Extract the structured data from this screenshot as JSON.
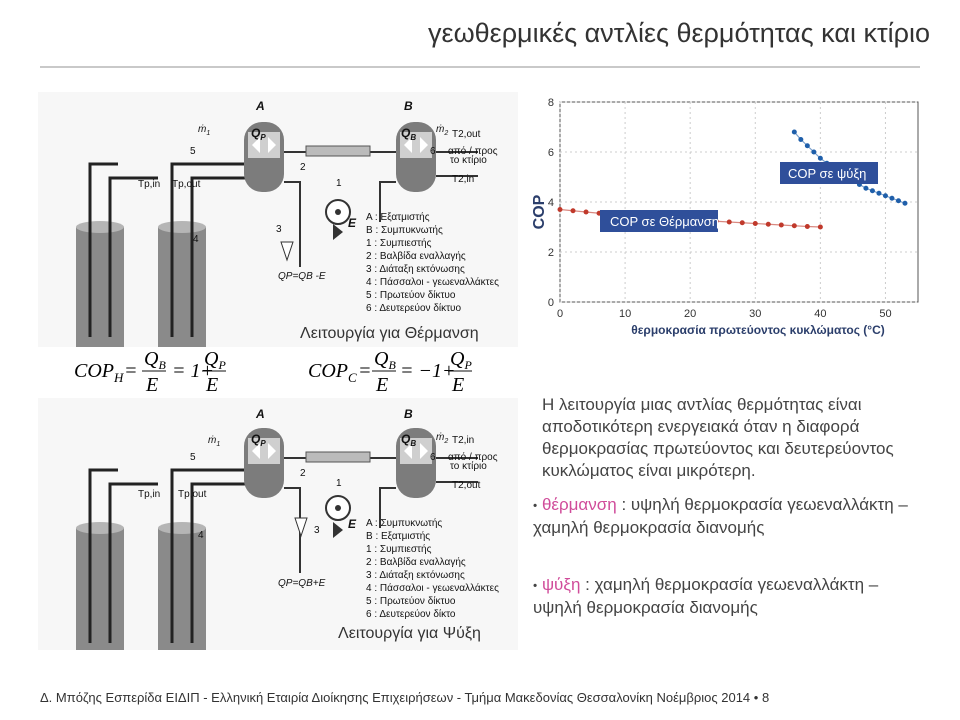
{
  "page": {
    "title": "γεωθερμικές αντλίες θερμότητας και κτίριο"
  },
  "heating_diagram": {
    "caption": "Λειτουργία για Θέρμανση",
    "component_A": "A",
    "component_B": "B",
    "QP": "Q",
    "QP_sub": "P",
    "QB": "Q",
    "QB_sub": "B",
    "m1": "ṁ",
    "m1_sub": "1",
    "m2": "ṁ",
    "m2_sub": "2",
    "E": "E",
    "T2out": "T2,out",
    "T2in": "T2,in",
    "Tpin": "Tp,in",
    "Tpout": "Tp,out",
    "direction": [
      "από / προς",
      "το κτίριο"
    ],
    "energy_balance": "QP=QB -E",
    "numbers": [
      "5",
      "6",
      "2",
      "1",
      "3",
      "4"
    ],
    "legend": [
      "A : Εξατμιστής",
      "B : Συμπυκνωτής",
      "1 : Συμπιεστής",
      "2 : Βαλβίδα εναλλαγής",
      "3 : Διάταξη εκτόνωσης",
      "4 : Πάσσαλοι - γεωεναλλάκτες",
      "5 : Πρωτεύον δίκτυο",
      "6 : Δευτερεύον δίκτυο"
    ]
  },
  "cooling_diagram": {
    "caption": "Λειτουργία για Ψύξη",
    "component_A": "A",
    "component_B": "B",
    "QP": "Q",
    "QP_sub": "P",
    "QB": "Q",
    "QB_sub": "B",
    "m1": "ṁ",
    "m1_sub": "1",
    "m2": "ṁ",
    "m2_sub": "2",
    "E": "E",
    "T2out": "T2,out",
    "T2in": "T2,in",
    "Tpin": "Tp,in",
    "Tpout": "Tp,out",
    "direction": [
      "από / προς",
      "το κτίριο"
    ],
    "energy_balance": "QP=QB+E",
    "numbers": [
      "5",
      "6",
      "2",
      "1",
      "3",
      "4"
    ],
    "legend": [
      "A : Συμπυκνωτής",
      "B : Εξατμιστής",
      "1 : Συμπιεστής",
      "2 : Βαλβίδα εναλλαγής",
      "3 : Διάταξη εκτόνωσης",
      "4 : Πάσσαλοι - γεωεναλλάκτες",
      "5 : Πρωτεύον δίκτυο",
      "6 : Δευτερεύον δίκτο"
    ]
  },
  "formulas": {
    "heating": {
      "lhs": "COP",
      "lhs_sub": "H",
      "t1_num": "Q",
      "t1_num_sub": "B",
      "t1_den": "E",
      "mid": "= 1+",
      "t2_num": "Q",
      "t2_num_sub": "P",
      "t2_den": "E"
    },
    "cooling": {
      "lhs": "COP",
      "lhs_sub": "C",
      "t1_num": "Q",
      "t1_num_sub": "B",
      "t1_den": "E",
      "mid": "= −1+",
      "t2_num": "Q",
      "t2_num_sub": "P",
      "t2_den": "E"
    }
  },
  "chart_data": {
    "type": "scatter",
    "xlabel": "θερμοκρασία πρωτεύοντος κυκλώματος (°C)",
    "ylabel": "COP",
    "xlim": [
      0,
      55
    ],
    "ylim": [
      0,
      8
    ],
    "xticks": [
      0,
      10,
      20,
      30,
      40,
      50
    ],
    "yticks": [
      0,
      2,
      4,
      6,
      8
    ],
    "grid": true,
    "series": [
      {
        "name": "COP σε Θέρμανση",
        "color": "#c0392b",
        "x": [
          0,
          2,
          4,
          6,
          8,
          10,
          12,
          14,
          16,
          18,
          20,
          22,
          24,
          26,
          28,
          30,
          32,
          34,
          36,
          38,
          40
        ],
        "y": [
          3.7,
          3.65,
          3.6,
          3.55,
          3.5,
          3.45,
          3.42,
          3.38,
          3.35,
          3.32,
          3.29,
          3.26,
          3.23,
          3.2,
          3.17,
          3.14,
          3.11,
          3.08,
          3.05,
          3.02,
          3.0
        ]
      },
      {
        "name": "COP σε ψύξη",
        "color": "#1f5faa",
        "x": [
          36,
          37,
          38,
          39,
          40,
          41,
          42,
          43,
          44,
          45,
          46,
          47,
          48,
          49,
          50,
          51,
          52,
          53
        ],
        "y": [
          6.8,
          6.5,
          6.25,
          6.0,
          5.75,
          5.55,
          5.35,
          5.15,
          5.0,
          4.85,
          4.7,
          4.55,
          4.45,
          4.35,
          4.25,
          4.15,
          4.05,
          3.95
        ]
      }
    ]
  },
  "description": {
    "intro": "Η λειτουργία μιας αντλίας θερμότητας είναι αποδοτικότερη ενεργειακά όταν η διαφορά θερμοκρασίας πρωτεύοντος και δευτερεύοντος κυκλώματος είναι μικρότερη.",
    "bullet1_key": "θέρμανση",
    "bullet1_text": " : υψηλή θερμοκρασία γεωεναλλάκτη – χαμηλή θερμοκρασία διανομής",
    "bullet2_key": "ψύξη",
    "bullet2_text": " : χαμηλή θερμοκρασία γεωεναλλάκτη – υψηλή θερμοκρασία διανομής"
  },
  "footer": {
    "text": "Δ. Μπόζης    Εσπερίδα ΕΙΔΙΠ - Ελληνική Εταιρία Διοίκησης Επιχειρήσεων - Τμήμα Μακεδονίας  Θεσσαλονίκη  Νοέμβριος 2014 •",
    "page": "8"
  }
}
